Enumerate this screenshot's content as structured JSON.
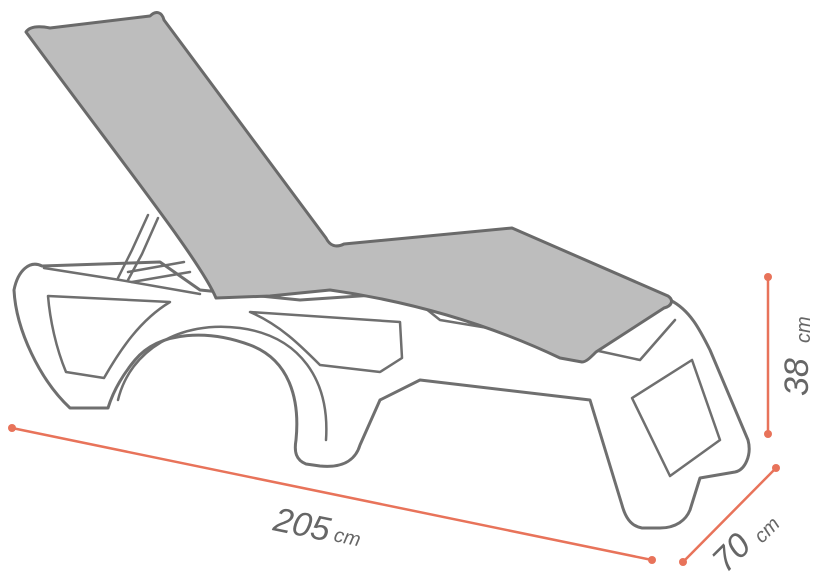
{
  "colors": {
    "dimension": "#e8735a",
    "outline": "#6f6f6f",
    "fabric": "#bdbdbd",
    "text": "#666666"
  },
  "dimensions": {
    "length": {
      "value": "205",
      "unit": "cm"
    },
    "height": {
      "value": "38",
      "unit": "cm"
    },
    "width": {
      "value": "70",
      "unit": "cm"
    }
  }
}
